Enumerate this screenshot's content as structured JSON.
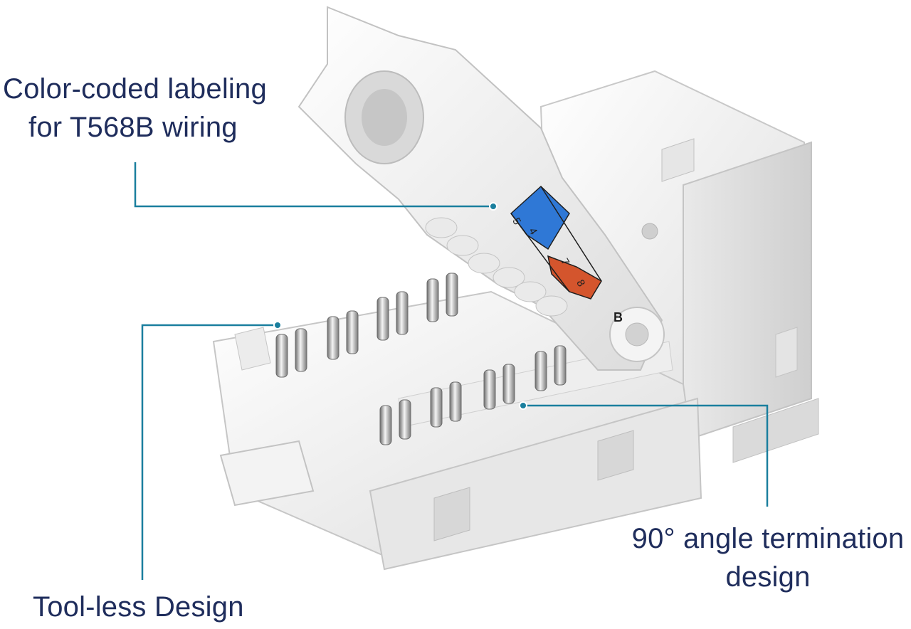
{
  "callouts": {
    "color_coded_line1": "Color-coded labeling",
    "color_coded_line2": "for T568B wiring",
    "angle_line1": "90° angle termination",
    "angle_line2": "design",
    "toolless": "Tool-less Design"
  },
  "cap_label": {
    "pair_numbers": [
      "5",
      "4",
      "7",
      "8"
    ],
    "standard_letter": "B"
  },
  "colors": {
    "callout_text": "#1f2d5c",
    "leader_line": "#1a7f9e",
    "wire_blue": "#2f78d6",
    "wire_orange": "#d4552d",
    "housing_white": "#f2f2f2"
  }
}
